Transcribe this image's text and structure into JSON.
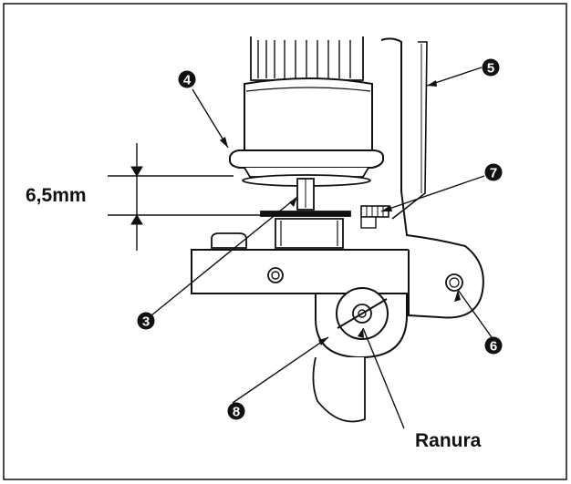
{
  "dimension": {
    "text": "6,5mm"
  },
  "slot_label": "Ranura",
  "callouts": {
    "c3": "3",
    "c4": "4",
    "c5": "5",
    "c6": "6",
    "c7": "7",
    "c8": "8"
  },
  "colors": {
    "line": "#111111",
    "background": "#ffffff",
    "callout_fill": "#111111"
  }
}
